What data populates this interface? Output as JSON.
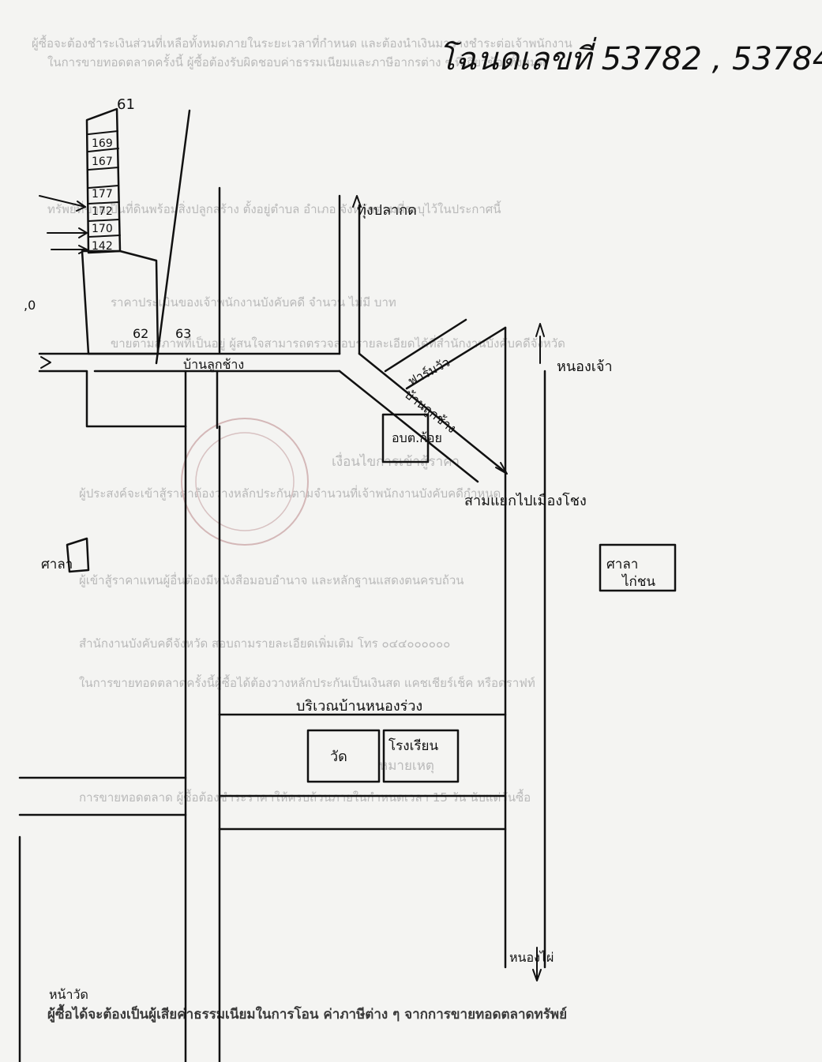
{
  "header": {
    "title": "โฉนดเลขที่ 53782 , 53784"
  },
  "map": {
    "building_numbers": [
      "169",
      "167",
      "177",
      "172",
      "170",
      "142"
    ],
    "plot_labels": {
      "b1": "61",
      "b2": "62",
      "b3": "63"
    },
    "left_coordinate": ",0",
    "roads": {
      "to_pla_kot": "ทุ่งปลากด",
      "ban_luk_chang_top": "บ้านลูกช้าง",
      "ban_luk_chang_diagonal": "บ้านลูกช้าง",
      "wat_dong_yai": "ฟาร์มวัว",
      "nong_chao": "หนองเจ้า",
      "long_road": "สามแยกไปเมืองโชง",
      "bottom_road": "บริเวณบ้านหนองร่วง",
      "bottom_direction": "หนองไผ่"
    },
    "places": {
      "police": "อบต.ก้อย",
      "temple": "วัด",
      "school": "โรงเรียน",
      "right_building": "ศาลา\nไก่ชน",
      "left_place": "ศาลา",
      "bottom_left": "หน้าวัด"
    }
  },
  "background_text": {
    "lines": [
      "ผู้ซื้อจะต้องชำระเงินส่วนที่เหลือทั้งหมดภายในระยะเวลาที่กำหนด และต้องนำเงินมาวางชำระต่อเจ้าพนักงาน",
      "ในการขายทอดตลาดครั้งนี้ ผู้ซื้อต้องรับผิดชอบค่าธรรมเนียมและภาษีอากรต่าง ๆ ที่เกี่ยวข้องทั้งหมด",
      "ทรัพย์ที่ขายเป็นที่ดินพร้อมสิ่งปลูกสร้าง ตั้งอยู่ตำบล อำเภอ จังหวัดตามที่ระบุไว้ในประกาศนี้",
      "ราคาประเมินของเจ้าพนักงานบังคับคดี จำนวน ไม่มี บาท",
      "ขายตามสภาพที่เป็นอยู่ ผู้สนใจสามารถตรวจสอบรายละเอียดได้ที่สำนักงานบังคับคดีจังหวัด",
      "เงื่อนไขการเข้าสู้ราคา",
      "ผู้ประสงค์จะเข้าสู้ราคาต้องวางหลักประกันตามจำนวนที่เจ้าพนักงานบังคับคดีกำหนด",
      "ผู้เข้าสู้ราคาแทนผู้อื่นต้องมีหนังสือมอบอำนาจ และหลักฐานแสดงตนครบถ้วน",
      "สำนักงานบังคับคดีจังหวัด สอบถามรายละเอียดเพิ่มเติม โทร ๐๔๔๐๐๐๐๐๐",
      "ในการขายทอดตลาดครั้งนี้ผู้ซื้อได้ต้องวางหลักประกันเป็นเงินสด แคชเชียร์เช็ค หรือดราฟท์",
      "หมายเหตุ",
      "การขายทอดตลาด ผู้ซื้อต้องชำระราคาให้ครบถ้วนภายในกำหนดเวลา 15 วัน นับแต่วันซื้อ",
      "ผู้ซื้อได้จะต้องเป็นผู้เสียค่าธรรมเนียมในการโอน ค่าภาษีต่าง ๆ จากการขายทอดตลาดทรัพย์"
    ]
  }
}
